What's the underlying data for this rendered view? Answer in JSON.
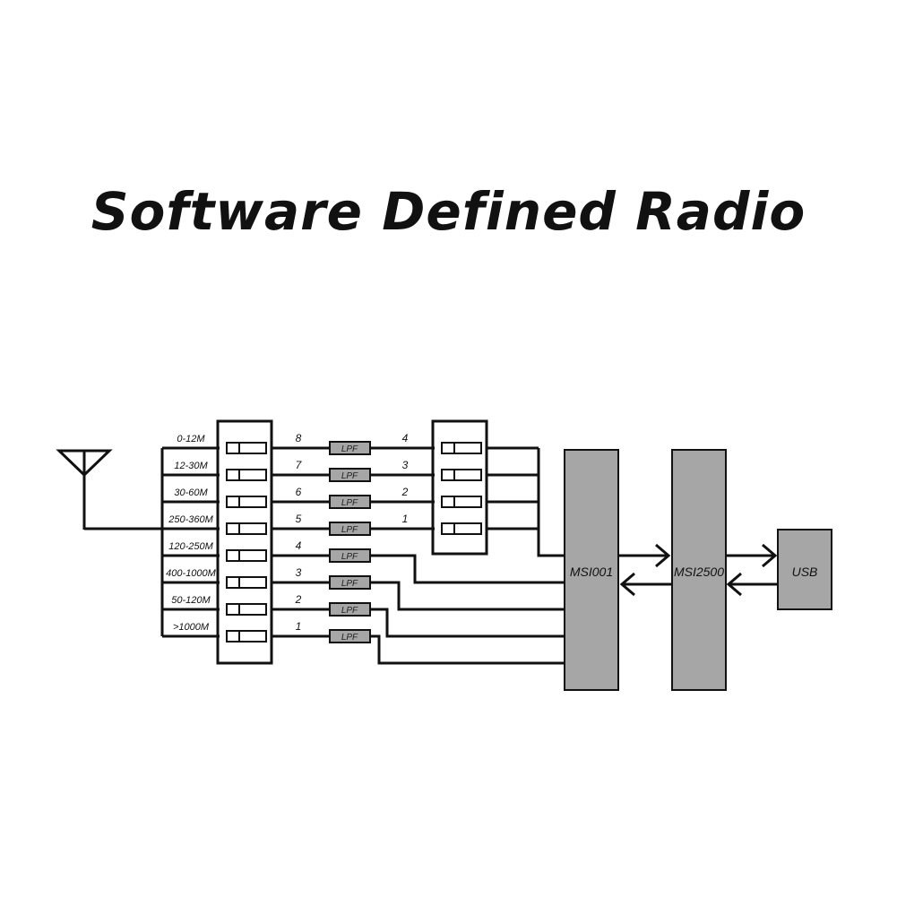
{
  "title": "Software Defined Radio",
  "bands": [
    "0-12M",
    "12-30M",
    "30-60M",
    "250-360M",
    "120-250M",
    "400-1000M",
    "50-120M",
    ">1000M"
  ],
  "left_switch_numbers": [
    "8",
    "7",
    "6",
    "5",
    "4",
    "3",
    "2",
    "1"
  ],
  "right_switch_numbers": [
    "4",
    "3",
    "2",
    "1"
  ],
  "filter_label": "LPF",
  "chips": {
    "tuner": "MSI001",
    "bridge": "MSI2500",
    "usb": "USB"
  },
  "colors": {
    "line": "#111111",
    "chip_fill": "#a6a6a6",
    "filter_fill": "#a6a6a6",
    "background": "#ffffff"
  }
}
